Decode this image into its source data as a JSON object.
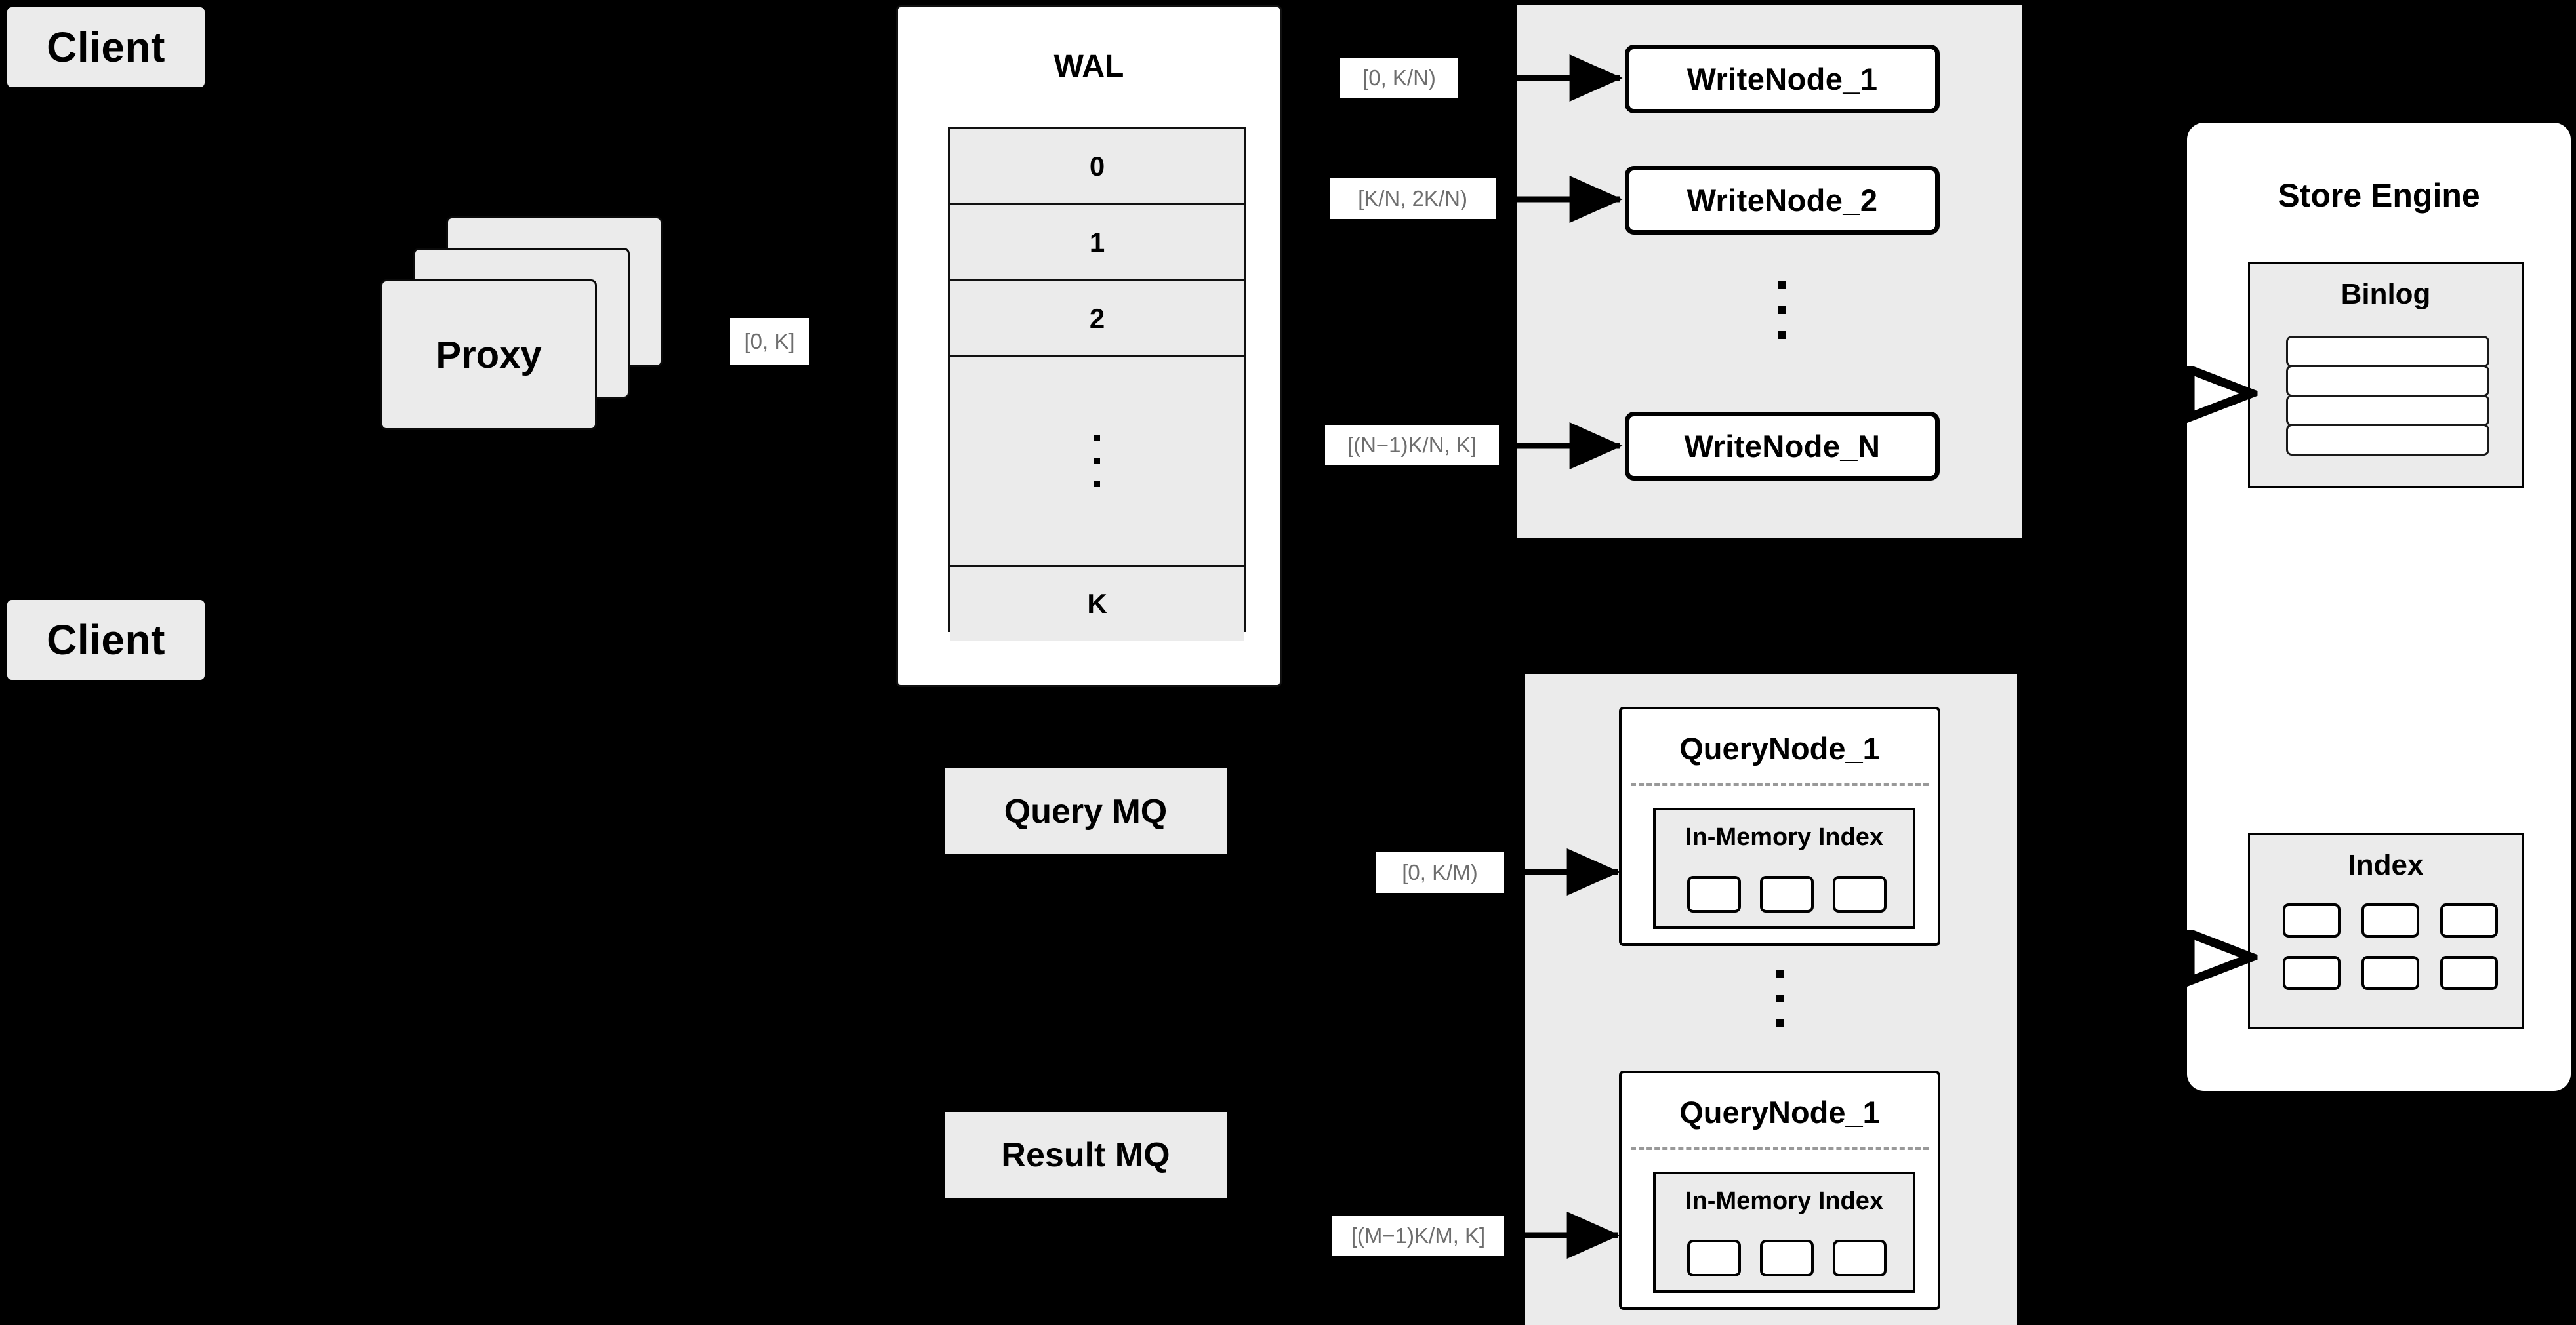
{
  "diagram": {
    "title": "Distributed vector database write/query architecture",
    "background_color": "#000000",
    "node_fill": "#ebebeb",
    "node_fill_white": "#ffffff",
    "stroke_color": "#000000",
    "label_text_color": "#6e6e6e"
  },
  "clients": [
    {
      "label": "Client"
    },
    {
      "label": "Client"
    }
  ],
  "proxy": {
    "label": "Proxy",
    "stack_count": 3
  },
  "range_labels": {
    "proxy_to_wal": "[0, K]",
    "write_node_1": "[0,  K/N)",
    "write_node_2": "[K/N, 2K/N)",
    "write_node_n": "[(N−1)K/N,  K]",
    "query_node_1": "[0, K/M)",
    "query_node_m": "[(M−1)K/M, K]"
  },
  "wal": {
    "title": "WAL",
    "rows": [
      "0",
      "1",
      "2",
      "⋮",
      "K"
    ]
  },
  "message_queues": [
    {
      "label": "Query MQ"
    },
    {
      "label": "Result MQ"
    }
  ],
  "write_cluster": {
    "nodes": [
      {
        "label": "WriteNode_1"
      },
      {
        "label": "WriteNode_2"
      },
      {
        "label": "WriteNode_N"
      }
    ],
    "ellipsis": "⋮"
  },
  "query_cluster": {
    "nodes": [
      {
        "label": "QueryNode_1",
        "index_label": "In-Memory Index",
        "slot_count": 3
      },
      {
        "label": "QueryNode_1",
        "index_label": "In-Memory Index",
        "slot_count": 3
      }
    ],
    "ellipsis": "⋮"
  },
  "store_engine": {
    "title": "Store Engine",
    "binlog": {
      "title": "Binlog",
      "bar_count": 4
    },
    "index": {
      "title": "Index",
      "cell_count": 6,
      "columns": 3,
      "rows": 2
    }
  }
}
